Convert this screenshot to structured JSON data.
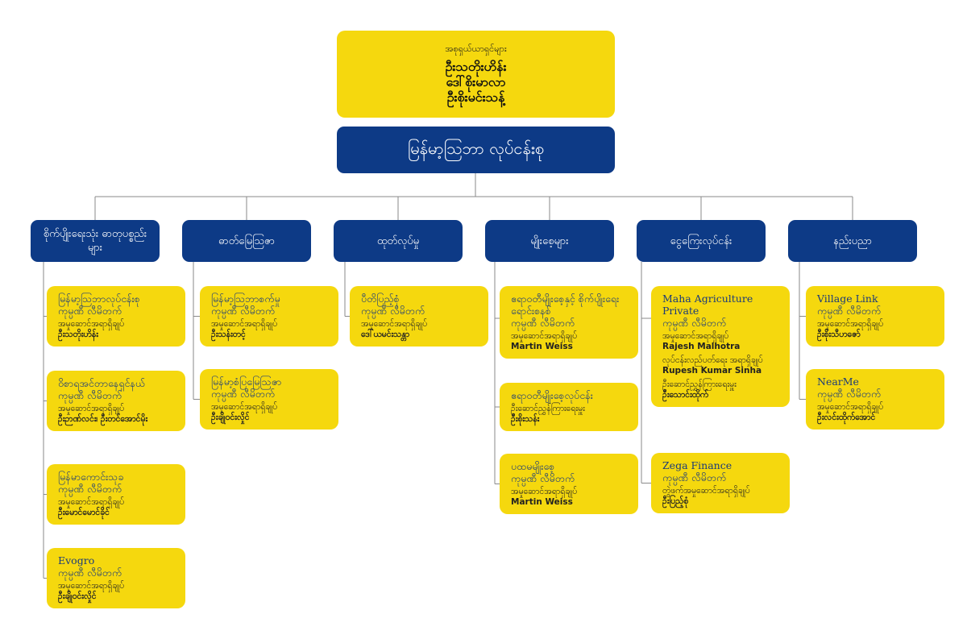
{
  "chairman": {
    "caption": "အစုရှယ်ယာရှင်များ",
    "names": [
      "ဦးသတိုးဟိန်း",
      "ဒေါ်စိုးမာလာ",
      "ဦးစိုးမင်းသန့်"
    ]
  },
  "group": {
    "title": "မြန်မာ့သြဘာ လုပ်ငန်းစု"
  },
  "departments": [
    {
      "label": "စိုက်ပျိုးရေးသုံး ဓာတုပစ္စည်းများ",
      "companies": [
        {
          "name": "မြန်မာ့သြဘာလုပ်ငန်းစု",
          "suffix": "ကုမ္ပဏီ လီမိတက်",
          "people": [
            {
              "role": "အမှုဆောင်အရာရှိချုပ်",
              "person": "ဦးသတိုးဟိန်း"
            }
          ]
        },
        {
          "name": "ဝိစာရအင်တာနေရှင်နယ်",
          "suffix": "ကုမ္ပဏီ လီမိတက်",
          "people": [
            {
              "role": "အမှုဆောင်အရာရှိချုပ်",
              "person": "ဦးဉာဏ်လင်း၊ ဦးတင်အောင်မိုး"
            }
          ]
        },
        {
          "name": "မြန်မာကောင်းသုခ",
          "suffix": "ကုမ္ပဏီ လီမိတက်",
          "people": [
            {
              "role": "အမှုဆောင်အရာရှိချုပ်",
              "person": "ဦးမောင်မောင်ခိုင်"
            }
          ]
        },
        {
          "name": "Evogro",
          "suffix": "ကုမ္ပဏီ လီမိတက်",
          "people": [
            {
              "role": "အမှုဆောင်အရာရှိချုပ်",
              "person": "ဦးချို၀င်းလှိုင်"
            }
          ]
        }
      ]
    },
    {
      "label": "ဓာတ်မြေသြဇာ",
      "companies": [
        {
          "name": "မြန်မာ့သြဘာစက်မှု",
          "suffix": "ကုမ္ပဏီ လီမိတက်",
          "people": [
            {
              "role": "အမှုဆောင်အရာရှိချုပ်",
              "person": "ဦးသန်းတင့်"
            }
          ]
        },
        {
          "name": "မြန်မာ့စံပြမြေသြဇာ",
          "suffix": "ကုမ္ပဏီ လီမိတက်",
          "people": [
            {
              "role": "အမှုဆောင်အရာရှိချုပ်",
              "person": "ဦးချို၀င်းလှိုင်"
            }
          ]
        }
      ]
    },
    {
      "label": "ထုတ်လုပ်မှု",
      "companies": [
        {
          "name": "ပီတိပြည့်စုံ",
          "suffix": "ကုမ္ပဏီ လီမိတက်",
          "people": [
            {
              "role": "အမှုဆောင်အရာရှိချုပ်",
              "person": "ဒေါ်ယမင်းသန္တာ"
            }
          ]
        }
      ]
    },
    {
      "label": "မျိုးစေ့များ",
      "companies": [
        {
          "name": "ဧရာဝတီမျိုးစေ့နှင့် စိုက်ပျိုးရေးရောင်းစနစ်",
          "suffix": "ကုမ္ပဏီ လီမိတက်",
          "people": [
            {
              "role": "အမှုဆောင်အရာရှိချုပ်",
              "person": "Martin Weiss"
            }
          ]
        },
        {
          "name": "ဧရာဝတီမျိုးစေ့လုပ်ငန်း",
          "suffix": "",
          "people": [
            {
              "role": "ဦးဆောင်ညွှန်ကြားရေးမှူး",
              "person": "ဦးစိုးသန်း"
            }
          ]
        },
        {
          "name": "ပထမမျိုးစေ့",
          "suffix": "ကုမ္ပဏီ လီမိတက်",
          "people": [
            {
              "role": "အမှုဆောင်အရာရှိချုပ်",
              "person": "Martin Weiss"
            }
          ]
        }
      ]
    },
    {
      "label": "ငွေကြေးလုပ်ငန်း",
      "companies": [
        {
          "name": "Maha Agriculture Private",
          "suffix": "ကုမ္ပဏီ လီမိတက်",
          "people": [
            {
              "role": "အမှုဆောင်အရာရှိချုပ်",
              "person": "Rajesh Malhotra"
            },
            {
              "role": "လုပ်ငန်းလည်ပတ်ရေး အရာရှိချုပ်",
              "person": "Rupesh Kumar Sinha"
            },
            {
              "role": "ဦးဆောင်ညွှန်ကြားရေးမှူး",
              "person": "ဦးသောင်းထိုက်"
            }
          ]
        },
        {
          "name": "Zega Finance",
          "suffix": "ကုမ္ပဏီ လီမိတက်",
          "people": [
            {
              "role": "တွဲဖက်အမှုဆောင်အရာရှိချုပ်",
              "person": "ဦးပြည့်စုံ"
            }
          ]
        }
      ]
    },
    {
      "label": "နည်းပညာ",
      "companies": [
        {
          "name": "Village Link",
          "suffix": "ကုမ္ပဏီ လီမိတက်",
          "people": [
            {
              "role": "အမှုဆောင်အရာရှိချုပ်",
              "person": "ဦးစိုးသီဟဇော်"
            }
          ]
        },
        {
          "name": "NearMe",
          "suffix": "ကုမ္ပဏီ လီမိတက်",
          "people": [
            {
              "role": "အမှုဆောင်အရာရှိချုပ်",
              "person": "ဦးလင်းထိုက်အောင်"
            }
          ]
        }
      ]
    }
  ]
}
